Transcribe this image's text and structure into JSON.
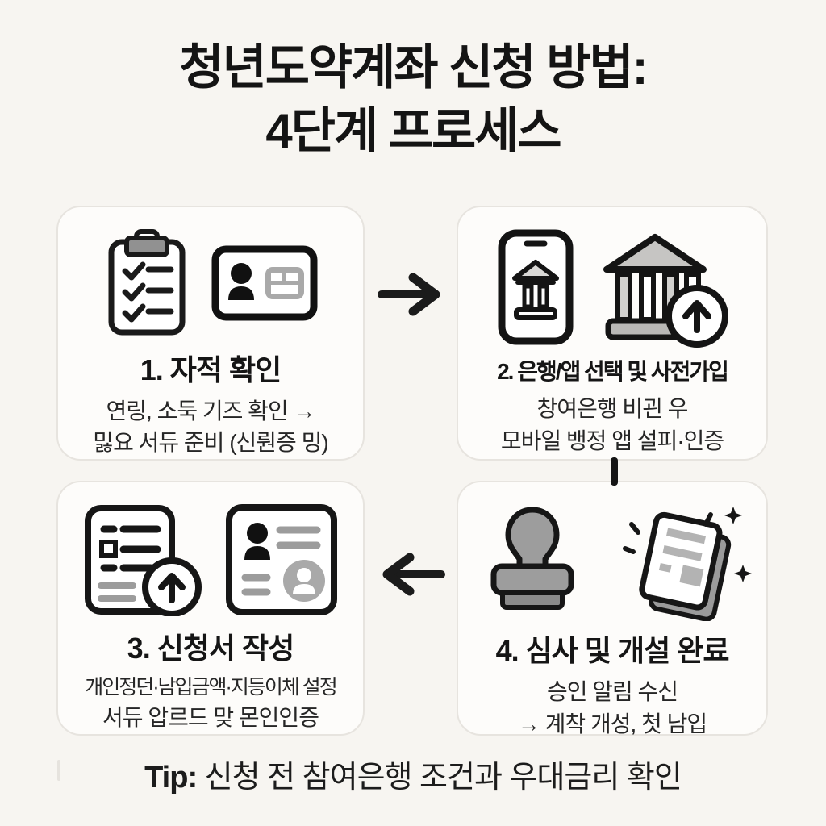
{
  "title": {
    "line1": "청년도약계좌 신청 방법:",
    "line2": "4단계 프로세스"
  },
  "steps": [
    {
      "heading": "1. 자적 확인",
      "lines": [
        "연링, 소둑 기즈 확인 →",
        "밇요 서듀 준비 (신뤈증 밍)"
      ],
      "icons": [
        "clipboard-checklist-icon",
        "id-card-icon"
      ]
    },
    {
      "heading": "2. 은행/앱 선택 및 사전가입",
      "lines": [
        "창여은행 비괸 우",
        "모바일 뱅정 앱 설피·인증"
      ],
      "icons": [
        "mobile-bank-app-icon",
        "bank-upload-icon"
      ]
    },
    {
      "heading": "3. 신청서 작성",
      "lines": [
        "개인정던·남입금액·지등이체 설정",
        "서듀 압르드 맞 몬인인증"
      ],
      "icons": [
        "document-upload-icon",
        "profile-document-icon"
      ]
    },
    {
      "heading": "4. 심사 및 개설 완료",
      "lines": [
        "승인 알림 수신",
        "→ 계착 개성, 첫 남입"
      ],
      "icons": [
        "approval-stamp-icon",
        "approved-document-icon"
      ]
    }
  ],
  "flow_icons": [
    "right-arrow-icon",
    "down-connector",
    "left-arrow-icon"
  ],
  "tip": {
    "label": "Tip:",
    "text": " 신청 전 참여은행 조건과 우대금리 확인"
  },
  "colors": {
    "background": "#f7f5f1",
    "card_background": "#fdfcfa",
    "card_border": "#e7e4df",
    "text": "#1a1a1a",
    "icon_outline": "#161616",
    "icon_gray": "#9d9d9d",
    "icon_light_gray": "#c6c5c3"
  }
}
